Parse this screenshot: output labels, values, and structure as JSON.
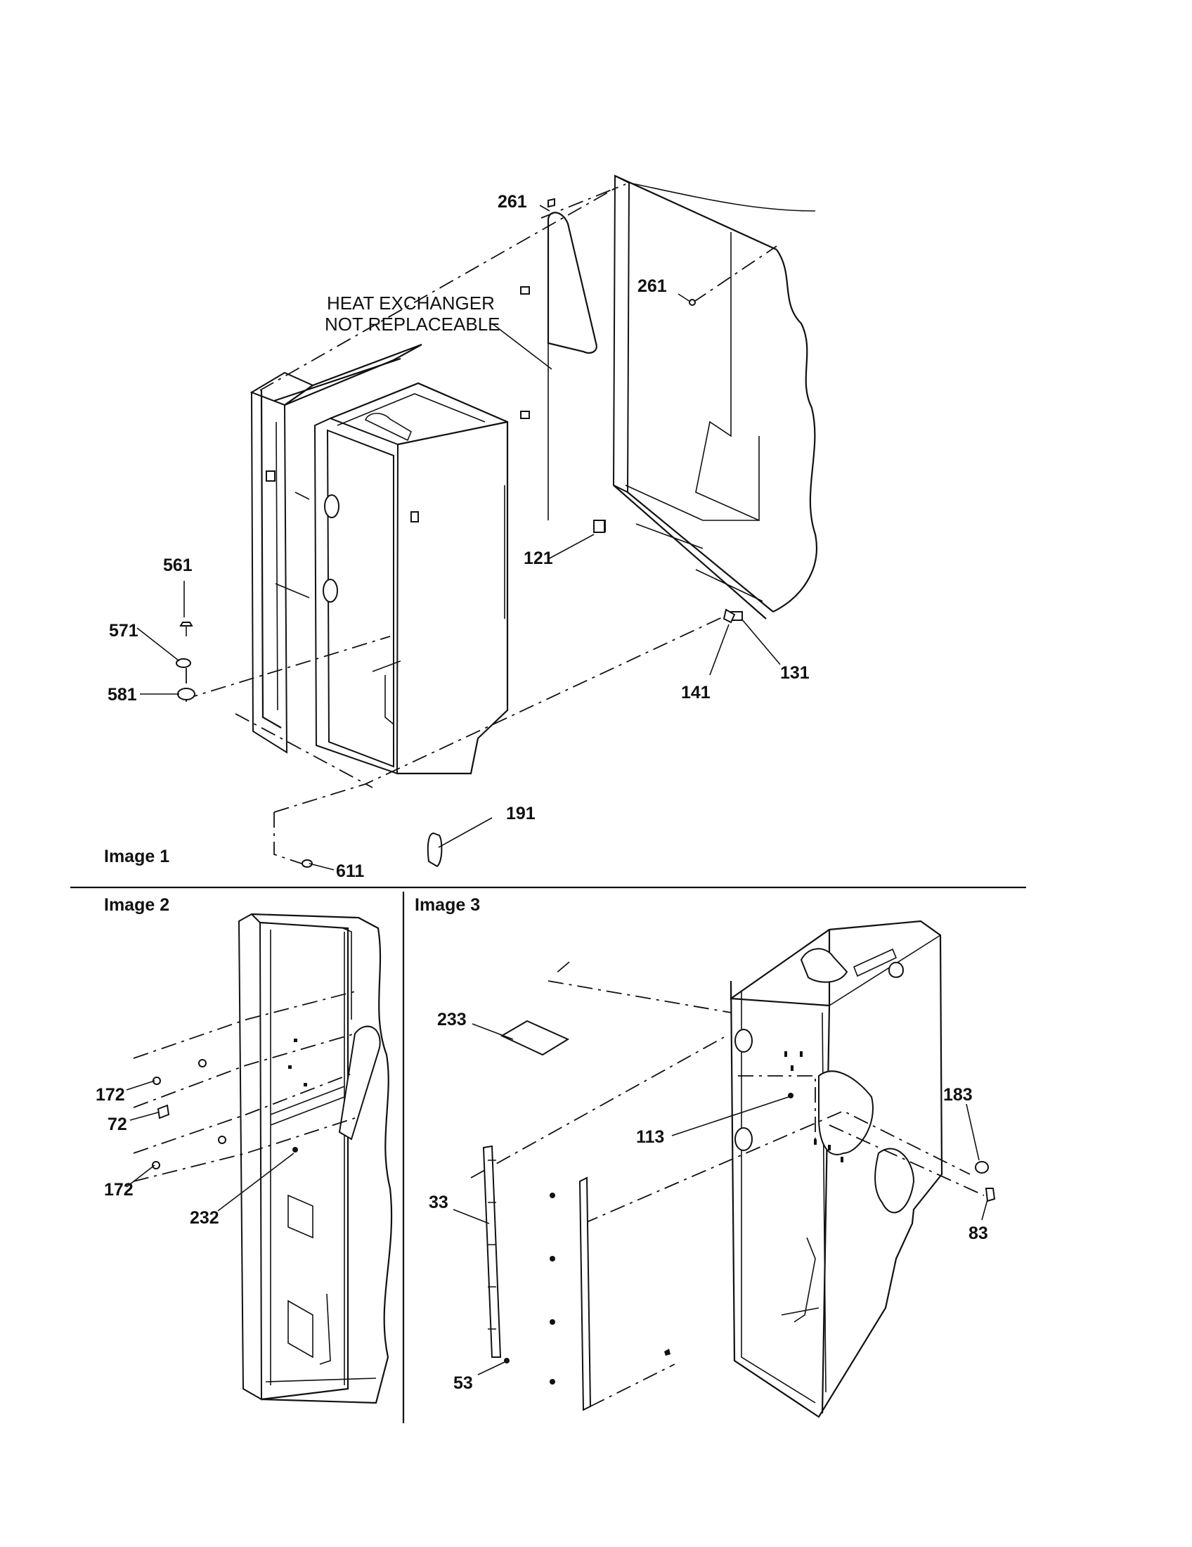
{
  "note": {
    "line1": "HEAT EXCHANGER",
    "line2": "NOT REPLACEABLE"
  },
  "panels": [
    {
      "title": "Image 1"
    },
    {
      "title": "Image 2"
    },
    {
      "title": "Image 3"
    }
  ],
  "callouts": {
    "p261a": "261",
    "p261b": "261",
    "p121": "121",
    "p131": "131",
    "p141": "141",
    "p191": "191",
    "p561": "561",
    "p571": "571",
    "p581": "581",
    "p611": "611",
    "p172a": "172",
    "p72": "72",
    "p172b": "172",
    "p232": "232",
    "p233": "233",
    "p113": "113",
    "p183": "183",
    "p83": "83",
    "p33": "33",
    "p53": "53"
  }
}
